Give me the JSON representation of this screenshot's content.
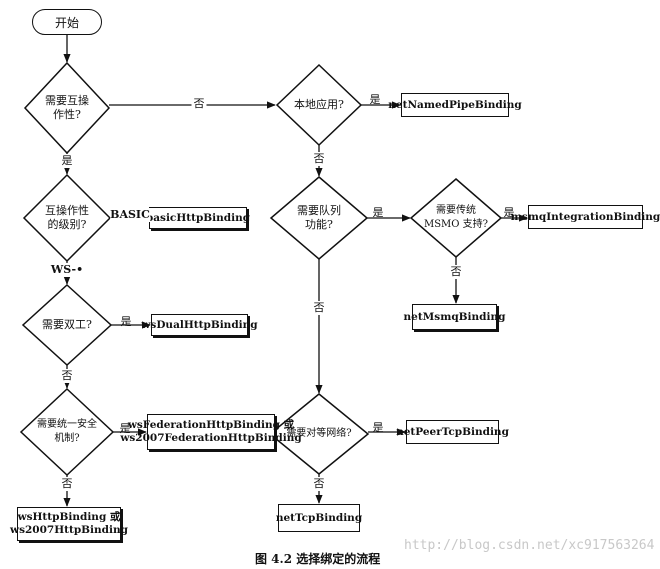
{
  "start": "开始",
  "decisions": {
    "interop": [
      "需要互操",
      "作性?"
    ],
    "local": "本地应用?",
    "level": [
      "互操作性",
      "的级别?"
    ],
    "queue": [
      "需要队列",
      "功能?"
    ],
    "msmq": [
      "需要传统",
      "MSMO 支持?"
    ],
    "duplex": "需要双工?",
    "security": [
      "需要统一安全",
      "机制?"
    ],
    "p2p": "需要对等网络?"
  },
  "results": {
    "netNamedPipe": "netNamedPipeBinding",
    "basicHttp": "basicHttpBinding",
    "msmqIntegration": "msmqIntegrationBinding",
    "wsDualHttp": "wsDualHttpBinding",
    "netMsmq": "netMsmqBinding",
    "wsFederation": [
      "wsFederationHttpBinding 或",
      "ws2007FederationHttpBinding"
    ],
    "netPeerTcp": "netPeerTcpBinding",
    "wsHttp": [
      "wsHttpBinding 或",
      "ws2007HttpBinding"
    ],
    "netTcp": "netTcpBinding"
  },
  "edge_labels": {
    "yes": "是",
    "no": "否",
    "basic": "BASIC",
    "ws": "WS-•"
  },
  "caption": "图 4.2   选择绑定的流程",
  "watermark": "http://blog.csdn.net/xc917563264"
}
